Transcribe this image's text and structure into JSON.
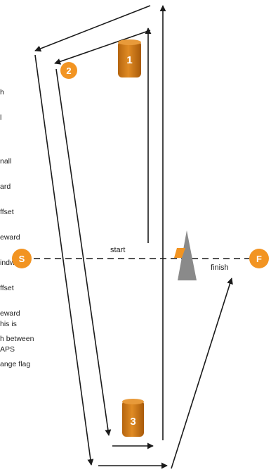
{
  "left_text": {
    "lines_top": [
      "h",
      "l",
      "nall",
      "ard",
      "ffset",
      "eward",
      "indward",
      "ffset",
      "eward",
      "h between",
      "ange flag"
    ],
    "lines_bottom": [
      "his is",
      "APS"
    ]
  },
  "marks": [
    {
      "id": "1",
      "label": "1",
      "shape": "cylinder",
      "color": "#d9811a"
    },
    {
      "id": "2",
      "label": "2",
      "shape": "circle",
      "color": "#f29422"
    },
    {
      "id": "3",
      "label": "3",
      "shape": "cylinder",
      "color": "#d9811a"
    },
    {
      "id": "S",
      "label": "S",
      "shape": "circle",
      "color": "#f29422"
    },
    {
      "id": "F",
      "label": "F",
      "shape": "circle",
      "color": "#f29422"
    }
  ],
  "labels": {
    "start": "start",
    "finish": "finish"
  },
  "colors": {
    "arrow": "#1a1a1a",
    "committee_boat": "#8a8a8a",
    "boat_flag": "#f29422",
    "mark_orange": "#f29422",
    "cylinder_orange": "#d9811a"
  }
}
